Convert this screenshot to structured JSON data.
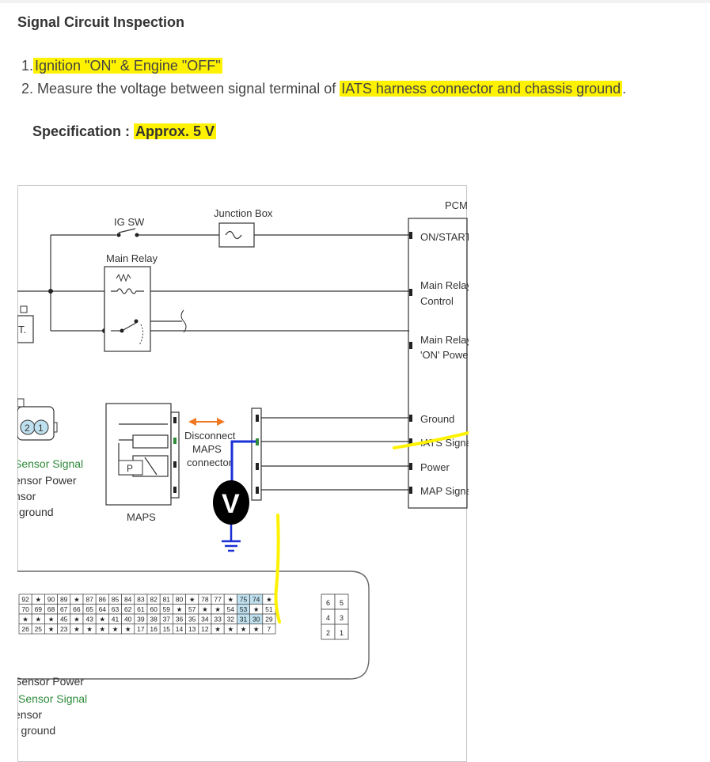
{
  "doc": {
    "title": "Signal Circuit Inspection",
    "steps": [
      {
        "num": "1.",
        "before": "",
        "highlight": "Ignition \"ON\" & Engine \"OFF\"",
        "after": ""
      },
      {
        "num": "2.",
        "before": "Measure the voltage between signal terminal of ",
        "highlight": "IATS harness connector and chassis ground",
        "after": "."
      }
    ],
    "spec_label": "Specification : ",
    "spec_value": "Approx. 5 V"
  },
  "diagram": {
    "pcm_label": "PCM",
    "pcm_pins": [
      "ON/START",
      "Main Relay",
      "Control",
      "Main Relay",
      "'ON' Power",
      "Ground",
      "IATS Signa",
      "Power",
      "MAP Signa"
    ],
    "ig_sw_label": "IG SW",
    "junction_box_label": "Junction Box",
    "main_relay_label": "Main Relay",
    "left_fuse_label": "T.",
    "disconnect_label": [
      "Disconnect",
      "MAPS",
      "connector"
    ],
    "maps_label": "MAPS",
    "p_label": "P",
    "volt_label": "V",
    "sensor_pins": [
      "2",
      "1"
    ],
    "legend_top": [
      "Sensor Signal",
      "ensor Power",
      "nsor",
      "ground"
    ],
    "legend_bottom": [
      "Sensor Power",
      "Sensor Signal",
      "ensor",
      "r ground"
    ],
    "connector_rows": [
      [
        "92",
        "★",
        "90",
        "89",
        "★",
        "87",
        "86",
        "85",
        "84",
        "83",
        "82",
        "81",
        "80",
        "★",
        "78",
        "77",
        "★",
        "75",
        "74",
        "★"
      ],
      [
        "70",
        "69",
        "68",
        "67",
        "66",
        "65",
        "64",
        "63",
        "62",
        "61",
        "60",
        "59",
        "★",
        "57",
        "★",
        "★",
        "54",
        "53",
        "★",
        "51"
      ],
      [
        "★",
        "★",
        "★",
        "45",
        "★",
        "43",
        "★",
        "41",
        "40",
        "39",
        "38",
        "37",
        "36",
        "35",
        "34",
        "33",
        "32",
        "31",
        "30",
        "29"
      ],
      [
        "26",
        "25",
        "★",
        "23",
        "★",
        "★",
        "★",
        "★",
        "★",
        "17",
        "16",
        "15",
        "14",
        "13",
        "12",
        "★",
        "★",
        "★",
        "★",
        "7"
      ]
    ],
    "connector_side": [
      [
        "6",
        "5"
      ],
      [
        "4",
        "3"
      ],
      [
        "2",
        "1"
      ]
    ],
    "colors": {
      "highlight": "#fff200",
      "signal_green": "#2e8b3a",
      "probe_blue": "#1a2fd6",
      "arrow_orange": "#f07820",
      "cell_blue": "#bfe0ee"
    }
  }
}
